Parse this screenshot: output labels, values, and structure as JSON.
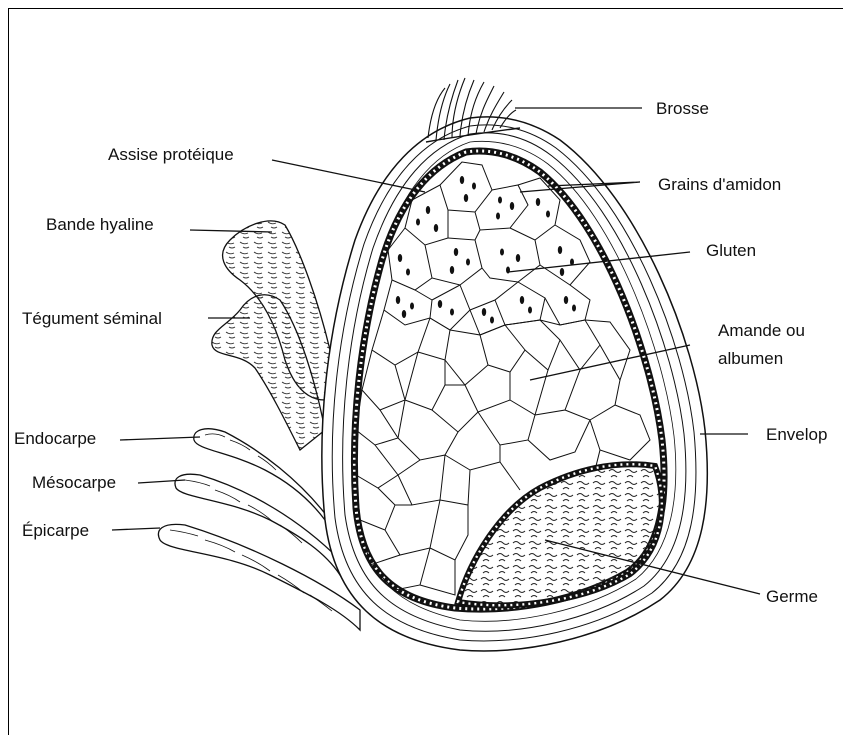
{
  "labels": {
    "brosse": "Brosse",
    "assise": "Assise protéique",
    "grains": "Grains d'amidon",
    "bande": "Bande hyaline",
    "gluten": "Gluten",
    "tegument": "Tégument séminal",
    "amande1": "Amande ou",
    "amande2": "albumen",
    "endocarpe": "Endocarpe",
    "enveloppe": "Envelop",
    "mesocarpe": "Mésocarpe",
    "epicarpe": "Épicarpe",
    "germe": "Germe"
  }
}
